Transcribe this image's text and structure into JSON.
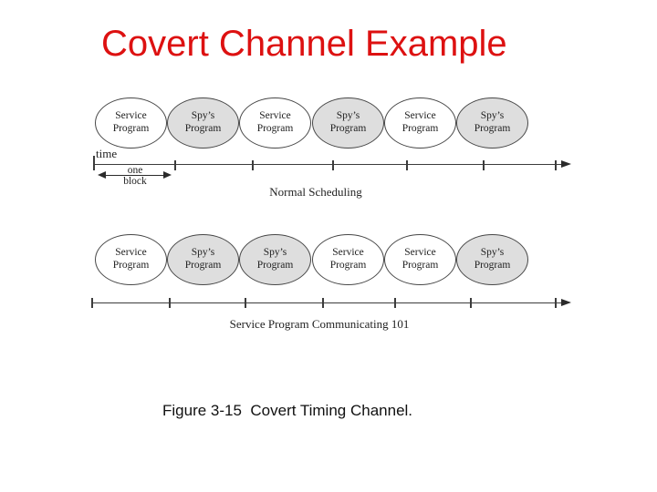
{
  "slide": {
    "title": "Covert Channel Example",
    "figure_caption": "Figure 3-15  Covert Timing Channel."
  },
  "diagram": {
    "time_axis_label": "time",
    "block_width_label": {
      "line1": "one",
      "line2": "block"
    },
    "rows": [
      {
        "caption": "Normal Scheduling",
        "ellipses": [
          {
            "label": "Service Program",
            "shade": "white"
          },
          {
            "label": "Spy’s Program",
            "shade": "gray"
          },
          {
            "label": "Service Program",
            "shade": "white"
          },
          {
            "label": "Spy’s Program",
            "shade": "gray"
          },
          {
            "label": "Service Program",
            "shade": "white"
          },
          {
            "label": "Spy’s Program",
            "shade": "gray"
          }
        ]
      },
      {
        "caption": "Service Program Communicating 101",
        "ellipses": [
          {
            "label": "Service Program",
            "shade": "white"
          },
          {
            "label": "Spy’s Program",
            "shade": "gray"
          },
          {
            "label": "Spy’s Program",
            "shade": "gray"
          },
          {
            "label": "Service Program",
            "shade": "white"
          },
          {
            "label": "Service Program",
            "shade": "white"
          },
          {
            "label": "Spy’s Program",
            "shade": "gray"
          }
        ]
      }
    ],
    "colors": {
      "title_red": "#dd1111",
      "ellipse_gray": "#dedede",
      "ink": "#3c3c3c"
    }
  }
}
